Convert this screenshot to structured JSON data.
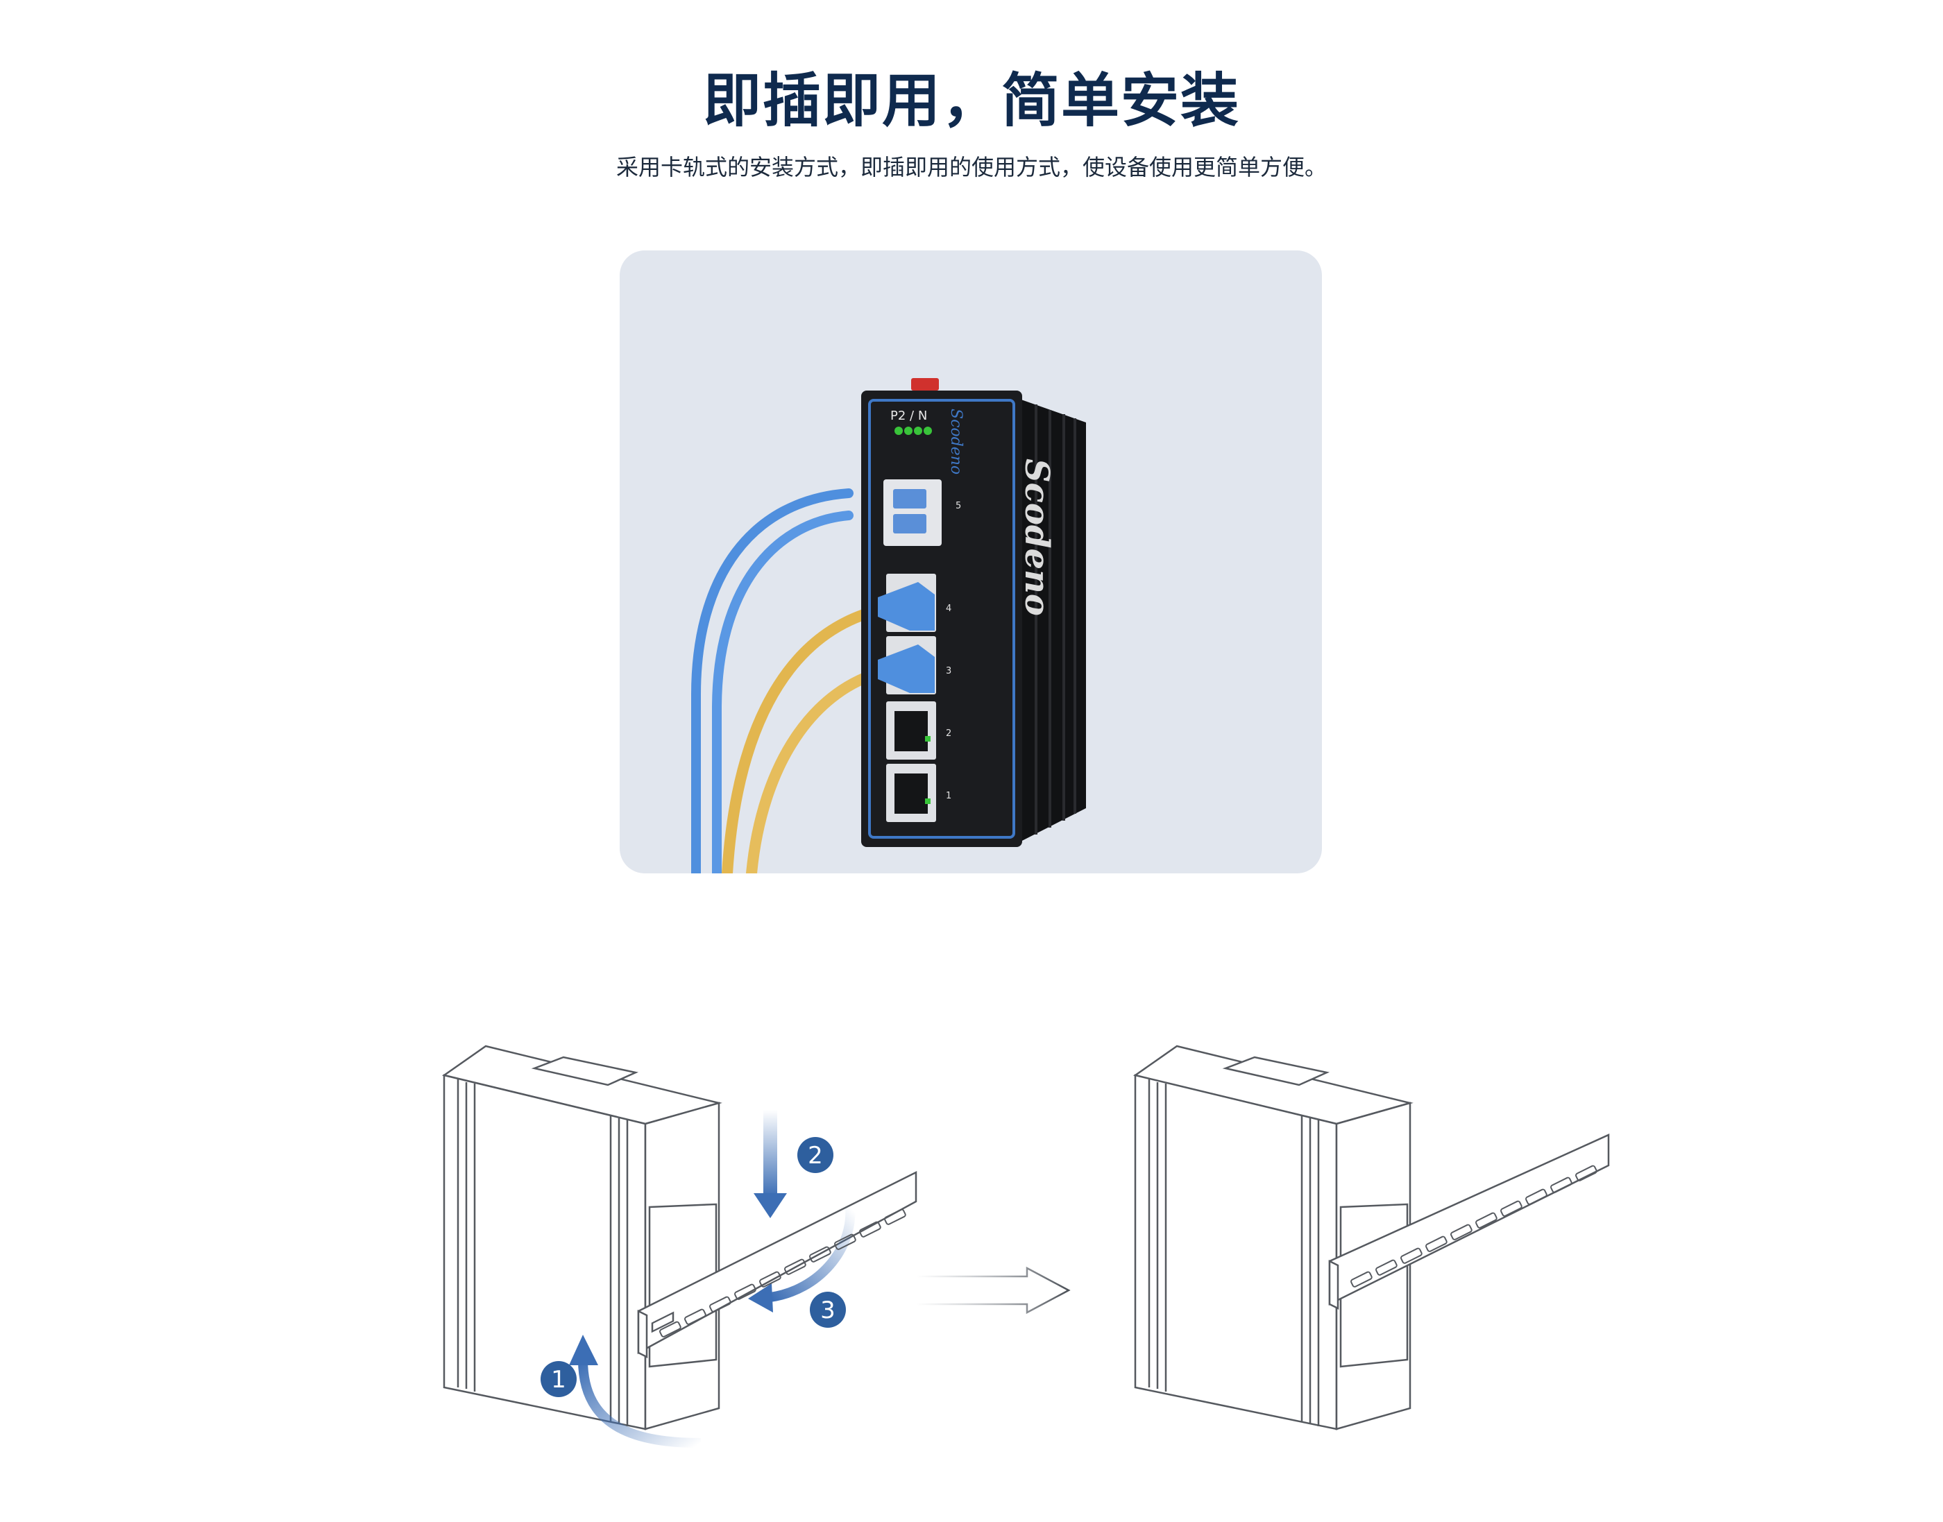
{
  "header": {
    "title": "即插即用，简单安装",
    "subtitle": "采用卡轨式的安装方式，即插即用的使用方式，使设备使用更简单方便。"
  },
  "device": {
    "brand": "Scodeno",
    "led_label": "P2 / N",
    "ports": [
      "5",
      "4",
      "3",
      "2",
      "1"
    ]
  },
  "steps": [
    "1",
    "2",
    "3"
  ],
  "colors": {
    "title": "#0f2a4e",
    "card_bg": "#e1e6ee",
    "device_body": "#1b1c1f",
    "accent_blue": "#3f78c6",
    "cable_blue": "#4f8fde",
    "cable_yellow": "#e2b64f",
    "step_badge": "#2e5f9e"
  },
  "icons": {
    "flow_arrow": "right-arrow-icon",
    "step_arrows": "curved-arrow-icon"
  }
}
